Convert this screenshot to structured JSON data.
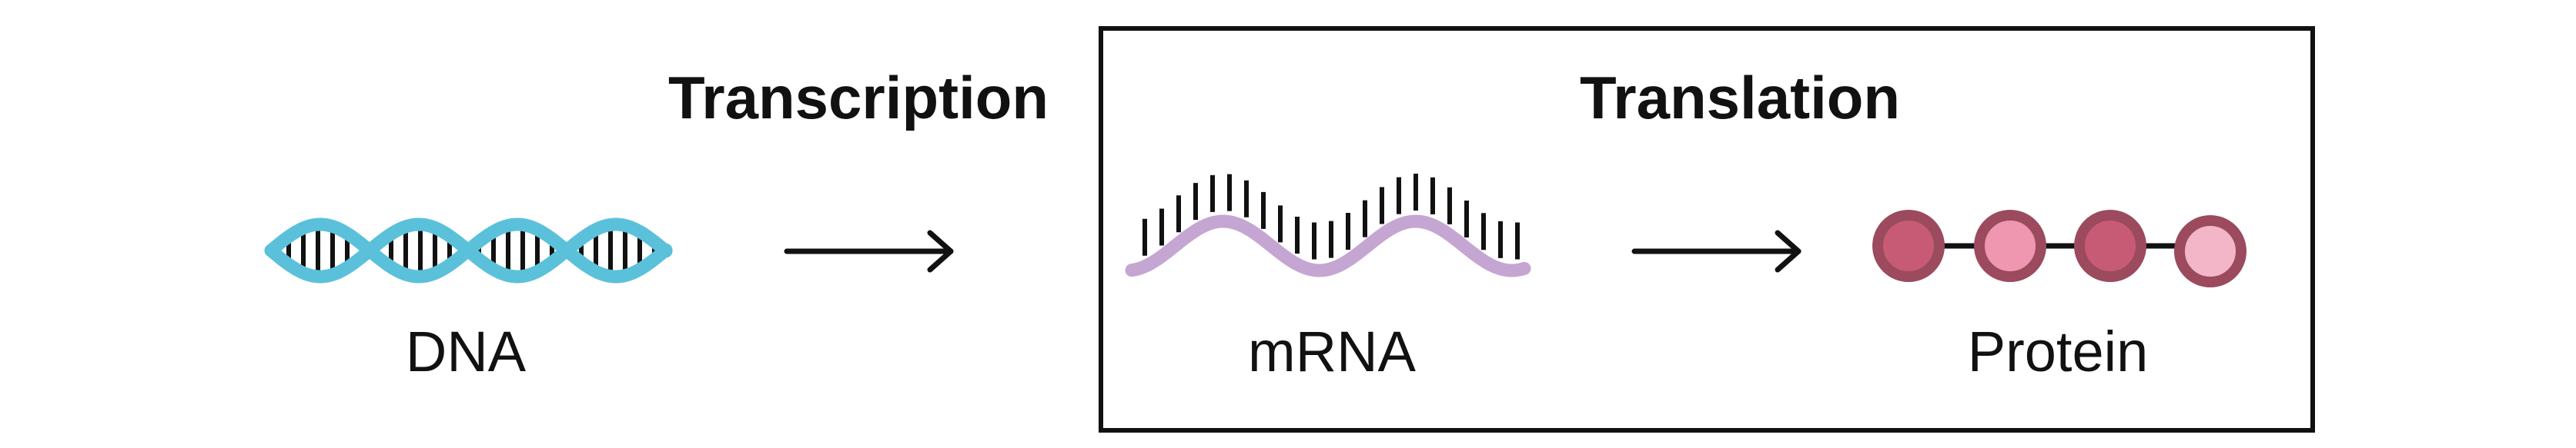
{
  "stages": {
    "transcription": "Transcription",
    "translation": "Translation"
  },
  "molecules": {
    "dna": "DNA",
    "mrna": "mRNA",
    "protein": "Protein"
  },
  "colors": {
    "dna_strand": "#5bc1db",
    "mrna_strand": "#c5a6d2",
    "bases": "#111111",
    "protein_outer": "#9c4a5e",
    "protein_inner_dark": "#c75b75",
    "protein_inner_light": "#ef97b1",
    "frame": "#111111"
  },
  "icons": [
    "dna-helix-icon",
    "mrna-strand-icon",
    "protein-chain-icon",
    "arrow-right-icon"
  ]
}
